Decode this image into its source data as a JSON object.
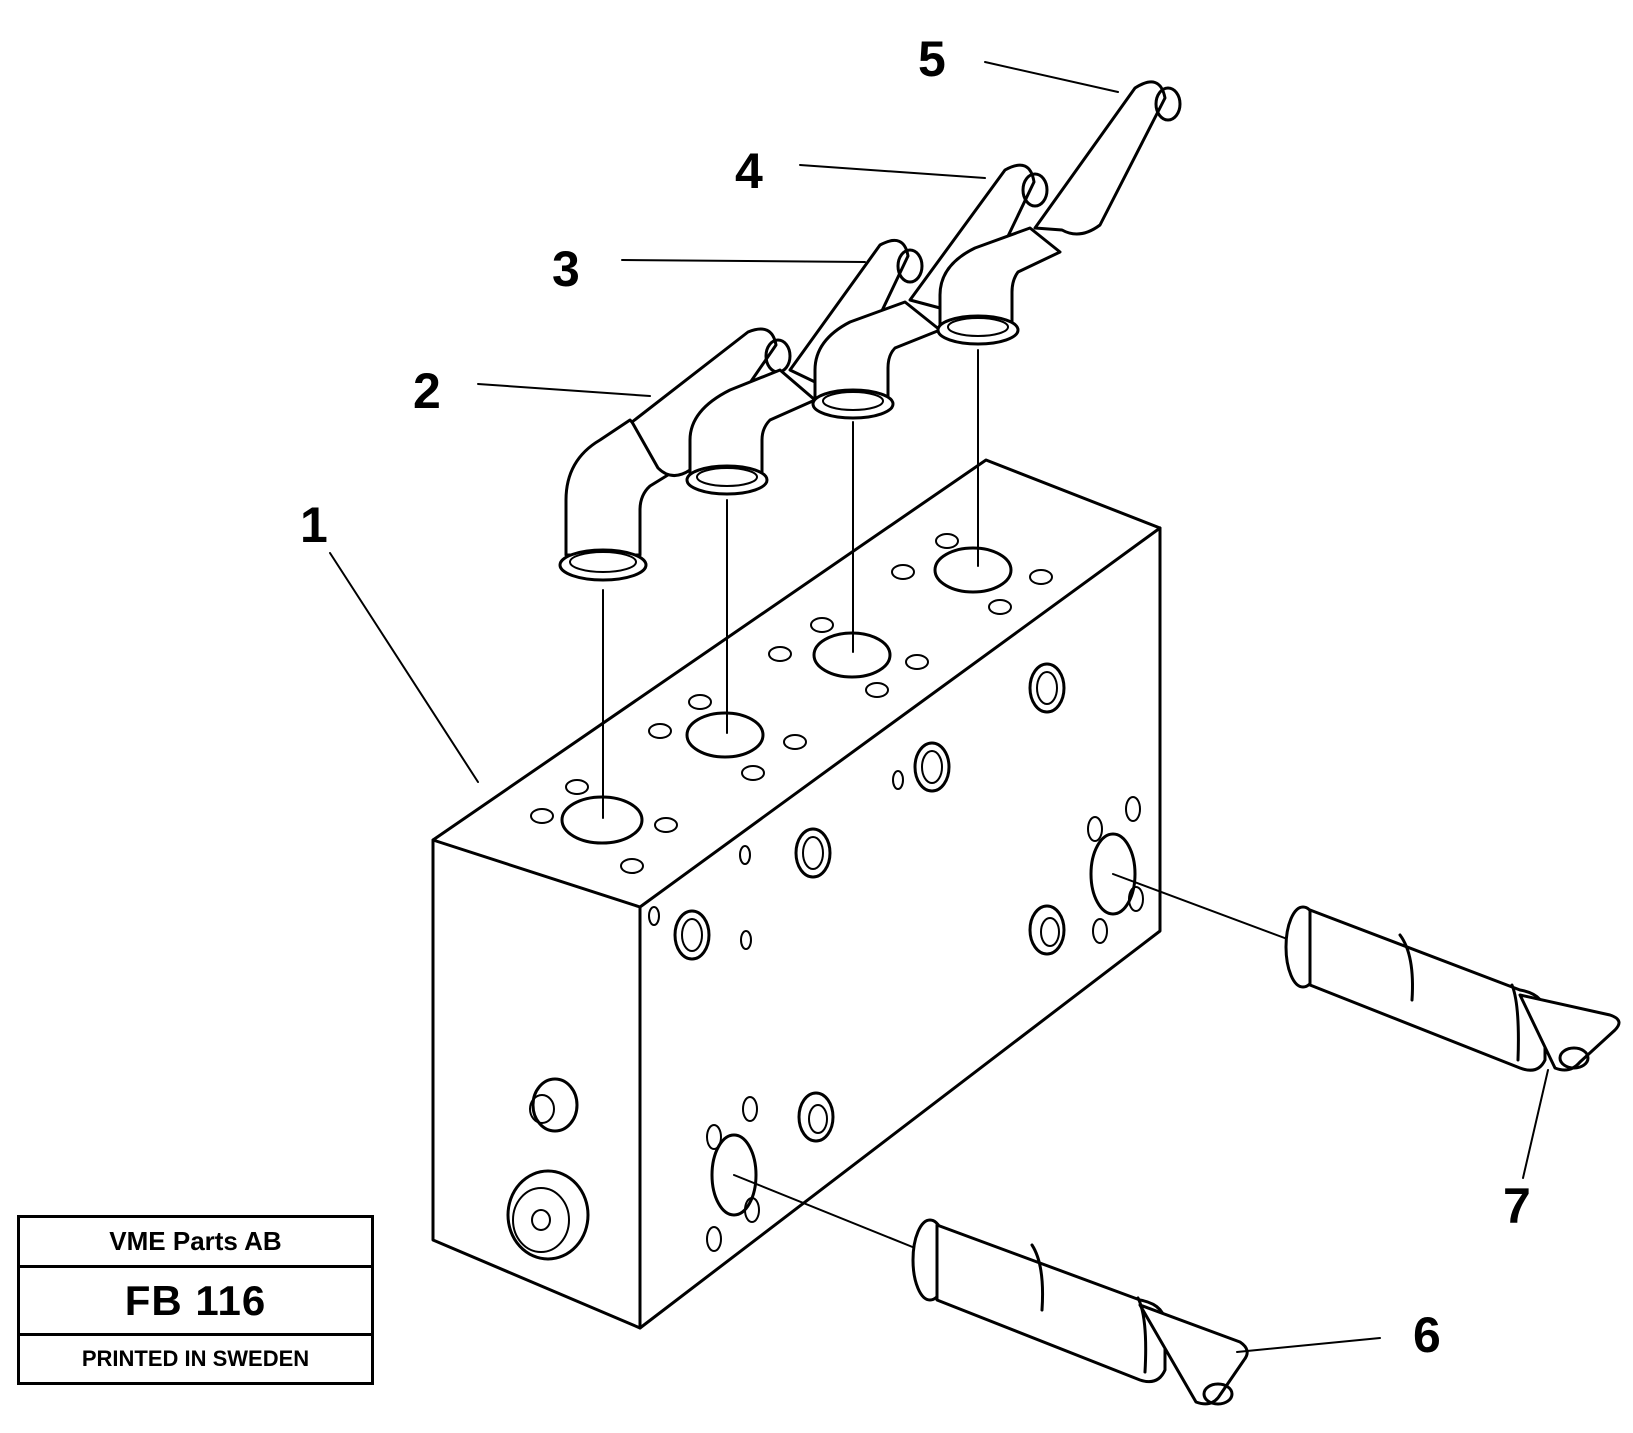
{
  "callouts": [
    {
      "id": "1",
      "label": "1"
    },
    {
      "id": "2",
      "label": "2"
    },
    {
      "id": "3",
      "label": "3"
    },
    {
      "id": "4",
      "label": "4"
    },
    {
      "id": "5",
      "label": "5"
    },
    {
      "id": "6",
      "label": "6"
    },
    {
      "id": "7",
      "label": "7"
    }
  ],
  "title_block": {
    "company": "VME Parts AB",
    "code": "FB 116",
    "printed": "PRINTED IN SWEDEN"
  }
}
